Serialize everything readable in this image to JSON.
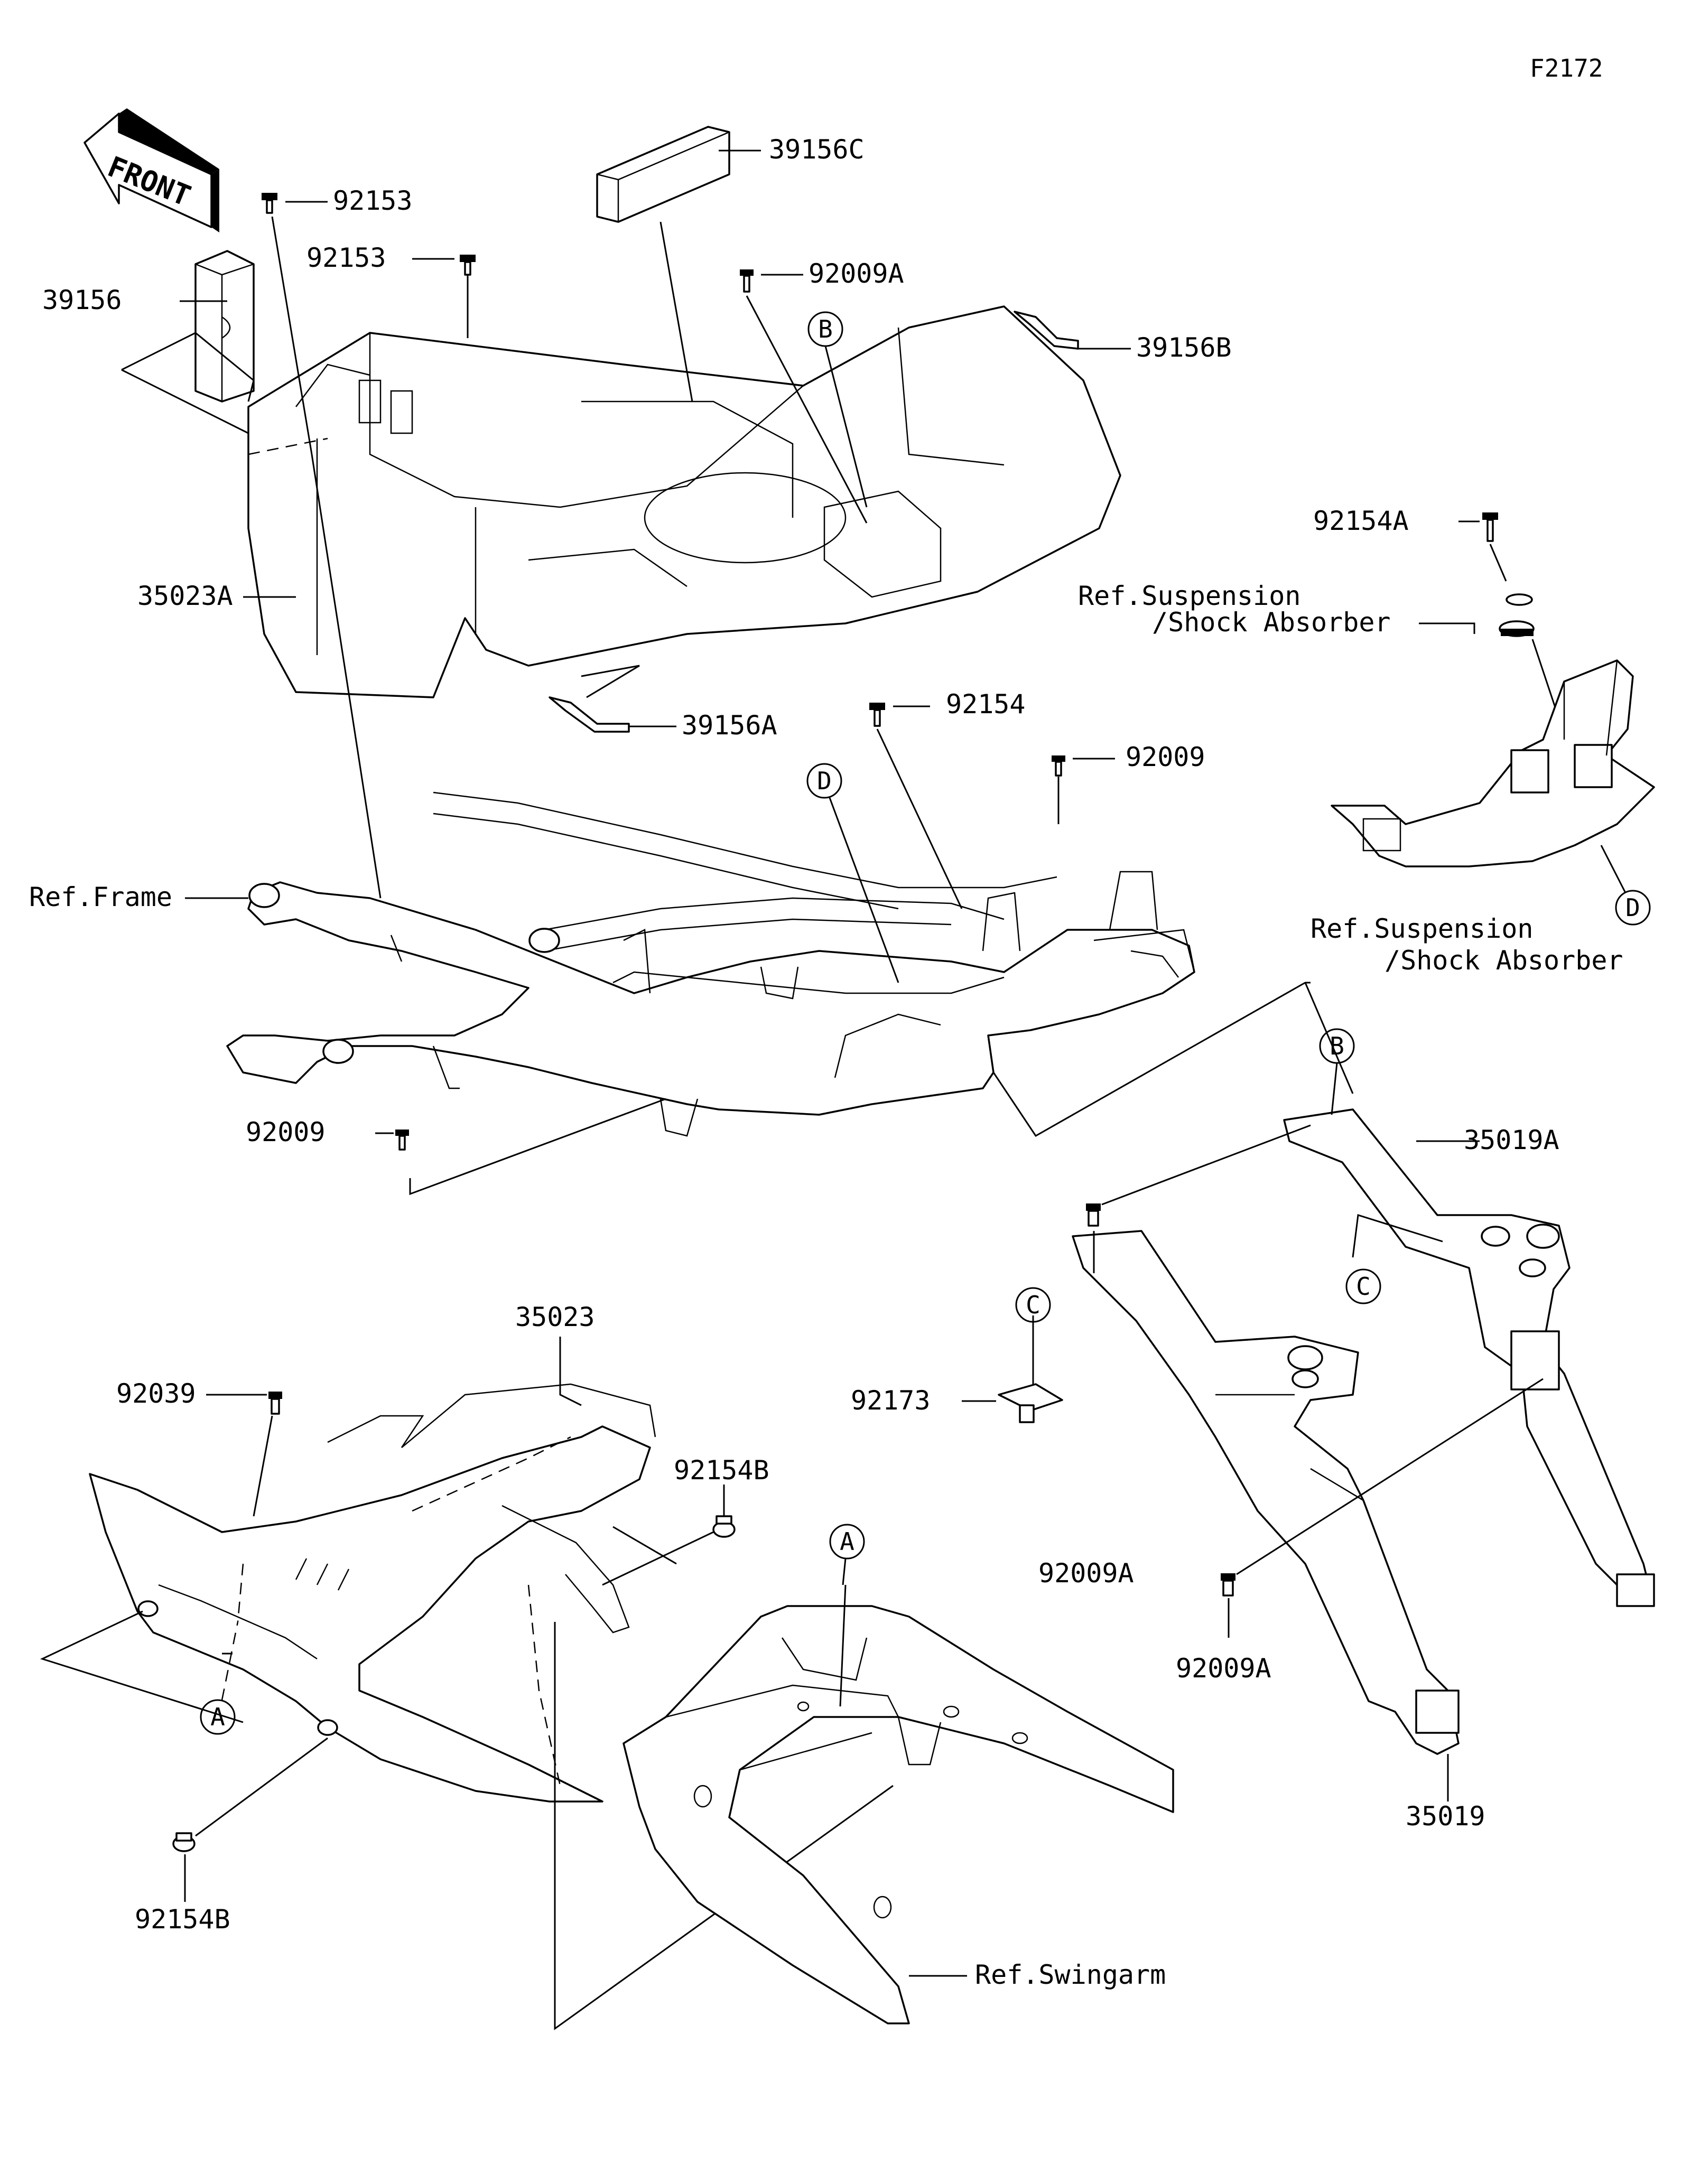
{
  "figure_id": "F2172",
  "front_label": "FRONT",
  "parts": {
    "p39156C": "39156C",
    "p92153a": "92153",
    "p92153b": "92153",
    "p92009A_top": "92009A",
    "p39156": "39156",
    "p39156B": "39156B",
    "p92154A": "92154A",
    "p35023A": "35023A",
    "p39156A": "39156A",
    "p92154": "92154",
    "p92009_top": "92009",
    "p92009_bottom": "92009",
    "p35019A": "35019A",
    "p35023": "35023",
    "p92039": "92039",
    "p92154B_right": "92154B",
    "p92154B_left": "92154B",
    "p92173": "92173",
    "p92009A_mid": "92009A",
    "p92009A_low": "92009A",
    "p35019": "35019"
  },
  "references": {
    "frame": "Ref.Frame",
    "susp_top_1": "Ref.Suspension",
    "susp_top_2": "/Shock Absorber",
    "susp_bot_1": "Ref.Suspension",
    "susp_bot_2": "/Shock Absorber",
    "swingarm": "Ref.Swingarm"
  },
  "callouts": {
    "B_top": "B",
    "D_frame": "D",
    "D_right": "D",
    "B_right": "B",
    "C_right": "C",
    "C_clip": "C",
    "A_swing": "A",
    "A_fender": "A"
  }
}
